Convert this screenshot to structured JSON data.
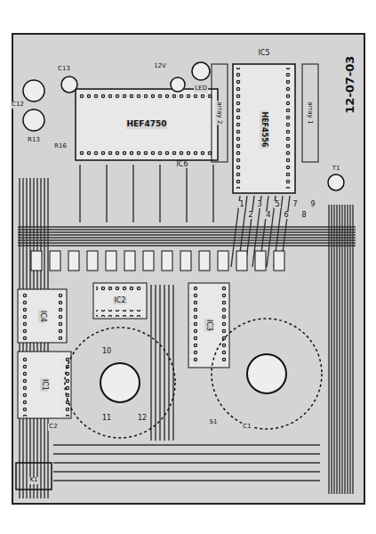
{
  "diagram": {
    "labels": [
      "12-07-03",
      "HEF4750",
      "IC6",
      "HEF4556",
      "IC5",
      "array 2",
      "array 1",
      "LED",
      "12V",
      "IC4",
      "IC1",
      "IC3",
      "IC2",
      "C12",
      "C13",
      "R13",
      "T1",
      "S1",
      "K1",
      "C1",
      "C2",
      "R16",
      "1",
      "2",
      "3",
      "4",
      "5",
      "6",
      "7",
      "8",
      "9",
      "10",
      "11",
      "12"
    ]
  }
}
